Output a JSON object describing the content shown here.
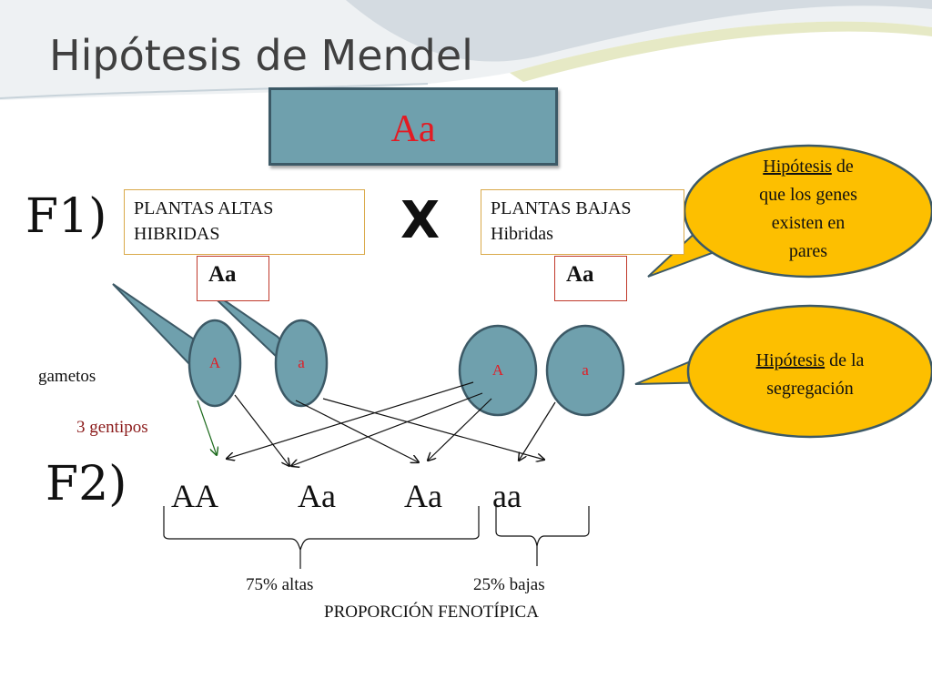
{
  "slide": {
    "title": "Hipótesis de Mendel",
    "top_genotype": "Aa"
  },
  "f1": {
    "label": "F1)",
    "cross_symbol": "X",
    "left_parent": {
      "line1": "PLANTAS ALTAS",
      "line2": "HIBRIDAS",
      "genotype": "Aa"
    },
    "right_parent": {
      "line1": "PLANTAS BAJAS",
      "line2": "Hibridas",
      "genotype": "Aa"
    }
  },
  "gametes": {
    "label": "gametos",
    "left": [
      "A",
      "a"
    ],
    "right": [
      "A",
      "a"
    ]
  },
  "genotypes_note": "3 gentipos",
  "f2": {
    "label": "F2)",
    "genotypes": [
      "AA",
      "Aa",
      "Aa",
      "aa"
    ],
    "tall_pct": "75% altas",
    "short_pct": "25% bajas",
    "caption": "PROPORCIÓN FENOTÍPICA"
  },
  "bubbles": {
    "genes_pairs": {
      "keyword": "Hipótesis",
      "rest_line1": " de",
      "line2": "que los genes",
      "line3": "existen en",
      "line4": "pares"
    },
    "segregation": {
      "keyword": "Hipótesis",
      "rest_line1": " de la",
      "line2": "segregación"
    }
  },
  "colors": {
    "box_fill": "#6fa0ad",
    "box_border": "#3c5966",
    "red_text": "#e31b23",
    "bubble_fill": "#fdbf00",
    "dark_red_note": "#8b1a1a"
  }
}
